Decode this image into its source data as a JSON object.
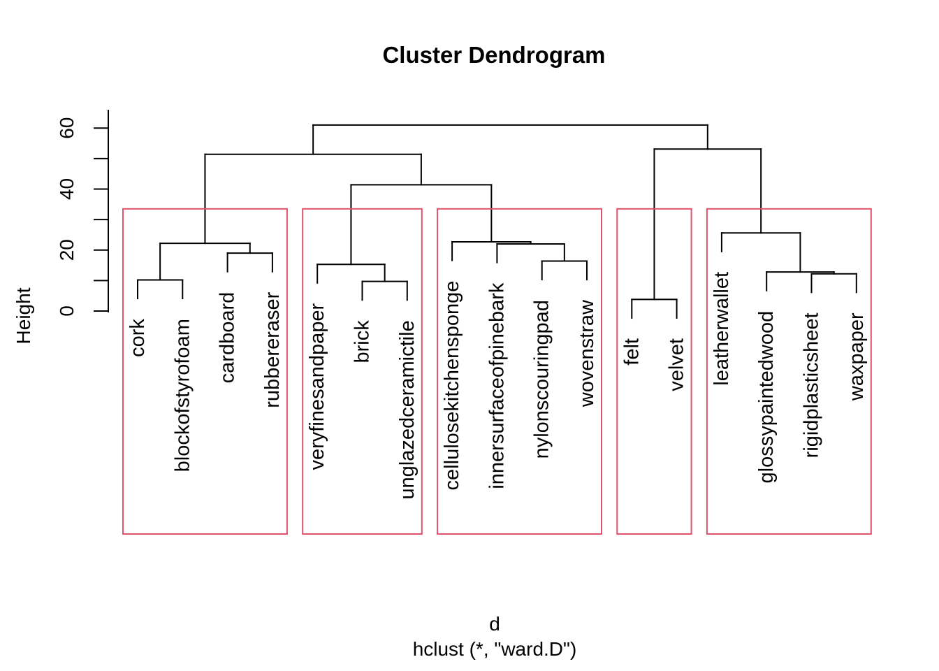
{
  "title": "Cluster Dendrogram",
  "y_axis": {
    "label": "Height",
    "tick_positions": [
      0,
      10,
      20,
      30,
      40,
      50,
      60
    ],
    "labeled_positions": [
      0,
      20,
      40,
      60
    ],
    "tick_labels": [
      "0",
      "20",
      "40",
      "60"
    ]
  },
  "captions": {
    "data_label": "d",
    "method_label": "hclust (*, \"ward.D\")"
  },
  "chart_data": {
    "type": "dendrogram",
    "clustering_method": "ward.D",
    "ylim": [
      0,
      60
    ],
    "hang_fraction": 0.1,
    "line_color": "#000000",
    "leaves_in_order": [
      "cork",
      "blockofstyrofoam",
      "cardboard",
      "rubbereraser",
      "veryfinesandpaper",
      "brick",
      "unglazedceramictile",
      "cellulosekitchensponge",
      "innersurfaceofpinebark",
      "nylonscouringpad",
      "wovenstraw",
      "felt",
      "velvet",
      "leatherwallet",
      "glossypaintedwood",
      "rigidplasticsheet",
      "waxpaper"
    ],
    "tree": {
      "h": 61.0,
      "c": [
        {
          "h": 51.4,
          "c": [
            {
              "h": 22.2,
              "c": [
                {
                  "h": 10.2,
                  "c": [
                    "cork",
                    "blockofstyrofoam"
                  ]
                },
                {
                  "h": 19.0,
                  "c": [
                    "cardboard",
                    "rubbereraser"
                  ]
                }
              ]
            },
            {
              "h": 41.4,
              "c": [
                {
                  "h": 15.3,
                  "c": [
                    "veryfinesandpaper",
                    {
                      "h": 9.7,
                      "c": [
                        "brick",
                        "unglazedceramictile"
                      ]
                    }
                  ]
                },
                {
                  "h": 22.7,
                  "c": [
                    "cellulosekitchensponge",
                    {
                      "h": 22.0,
                      "c": [
                        "innersurfaceofpinebark",
                        {
                          "h": 16.4,
                          "c": [
                            "nylonscouringpad",
                            "wovenstraw"
                          ]
                        }
                      ]
                    }
                  ]
                }
              ]
            }
          ]
        },
        {
          "h": 53.1,
          "c": [
            {
              "h": 3.8,
              "c": [
                "felt",
                "velvet"
              ]
            },
            {
              "h": 25.6,
              "c": [
                "leatherwallet",
                {
                  "h": 12.8,
                  "c": [
                    "glossypaintedwood",
                    {
                      "h": 12.2,
                      "c": [
                        "rigidplasticsheet",
                        "waxpaper"
                      ]
                    }
                  ]
                }
              ]
            }
          ]
        }
      ]
    },
    "cluster_boxes": {
      "count": 5,
      "cut_top_height": 33.5,
      "color": "#DF536B",
      "groups": [
        [
          "cork",
          "blockofstyrofoam",
          "cardboard",
          "rubbereraser"
        ],
        [
          "veryfinesandpaper",
          "brick",
          "unglazedceramictile"
        ],
        [
          "cellulosekitchensponge",
          "innersurfaceofpinebark",
          "nylonscouringpad",
          "wovenstraw"
        ],
        [
          "felt",
          "velvet"
        ],
        [
          "leatherwallet",
          "glossypaintedwood",
          "rigidplasticsheet",
          "waxpaper"
        ]
      ]
    }
  }
}
